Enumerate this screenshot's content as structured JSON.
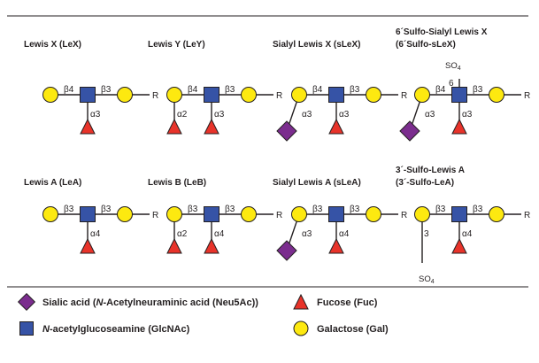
{
  "colors": {
    "galactose": "#fde910",
    "glcnac": "#3653a6",
    "fucose": "#e8332a",
    "sialic": "#7b2d8e",
    "line": "#231f20"
  },
  "reducing_end": "R",
  "structures": [
    {
      "title": [
        "Lewis X (LeX)"
      ],
      "gal_link": "β4",
      "glc_link": "β3",
      "fuc_link": "α3",
      "branch": null
    },
    {
      "title": [
        "Lewis Y (LeY)"
      ],
      "gal_link": "β4",
      "glc_link": "β3",
      "fuc_link": "α3",
      "branch": {
        "kind": "fucose",
        "link": "α2"
      }
    },
    {
      "title": [
        "Sialyl Lewis X (sLeX)"
      ],
      "gal_link": "β4",
      "glc_link": "β3",
      "fuc_link": "α3",
      "branch": {
        "kind": "sialic",
        "link": "α3"
      }
    },
    {
      "title": [
        "6´Sulfo-Sialyl Lewis X",
        "(6´Sulfo-sLeX)"
      ],
      "gal_link": "β4",
      "glc_link": "β3",
      "fuc_link": "α3",
      "branch": {
        "kind": "sialic",
        "link": "α3"
      },
      "sulfo_top": {
        "position": "6",
        "label": "SO",
        "sub": "4"
      }
    },
    {
      "title": [
        "Lewis A (LeA)"
      ],
      "gal_link": "β3",
      "glc_link": "β3",
      "fuc_link": "α4",
      "branch": null
    },
    {
      "title": [
        "Lewis B (LeB)"
      ],
      "gal_link": "β3",
      "glc_link": "β3",
      "fuc_link": "α4",
      "branch": {
        "kind": "fucose",
        "link": "α2"
      }
    },
    {
      "title": [
        "Sialyl Lewis A (sLeA)"
      ],
      "gal_link": "β3",
      "glc_link": "β3",
      "fuc_link": "α4",
      "branch": {
        "kind": "sialic",
        "link": "α3"
      }
    },
    {
      "title": [
        "3´-Sulfo-Lewis A",
        "(3´-Sulfo-LeA)"
      ],
      "gal_link": "β3",
      "glc_link": "β3",
      "fuc_link": "α4",
      "branch": {
        "kind": "sulfate",
        "link": "3",
        "label": "SO",
        "sub": "4"
      }
    }
  ],
  "legend": [
    {
      "kind": "sialic",
      "pre": "Sialic acid (",
      "italic": "N",
      "post": "-Acetylneuraminic acid (Neu5Ac))"
    },
    {
      "kind": "fucose",
      "pre": "Fucose (Fuc)",
      "italic": "",
      "post": ""
    },
    {
      "kind": "glcnac",
      "pre": "",
      "italic": "N",
      "post": "-acetylglucoseamine (GlcNAc)"
    },
    {
      "kind": "galactose",
      "pre": "Galactose (Gal)",
      "italic": "",
      "post": ""
    }
  ]
}
